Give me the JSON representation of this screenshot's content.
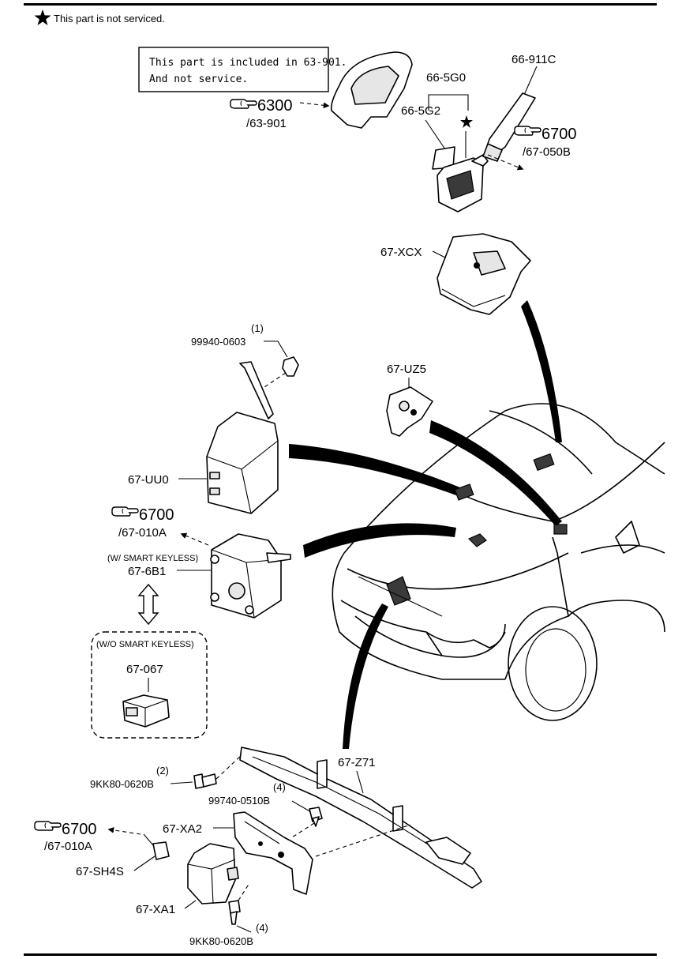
{
  "legend": {
    "text": "This part is not serviced."
  },
  "note_box": {
    "line1": "This part is included in 63-901.",
    "line2": "And not service."
  },
  "refs": {
    "r6300": {
      "code": "6300",
      "sub": "/63-901"
    },
    "r6700_top": {
      "code": "6700",
      "sub": "/67-050B"
    },
    "r6700_mid": {
      "code": "6700",
      "sub": "/67-010A"
    },
    "r6700_bot": {
      "code": "6700",
      "sub": "/67-010A"
    }
  },
  "parts": {
    "p66_911C": "66-911C",
    "p66_5G0": "66-5G0",
    "p66_5G2": "66-5G2",
    "p67_XCX": "67-XCX",
    "p99940_qty": "(1)",
    "p99940": "99940-0603",
    "p67_UZ5": "67-UZ5",
    "p67_UU0": "67-UU0",
    "smart_keyless": "(W/ SMART KEYLESS)",
    "p67_6B1": "67-6B1",
    "wo_smart_keyless": "(W/O SMART KEYLESS)",
    "p67_067": "67-067",
    "p67_Z71": "67-Z71",
    "p9KK80_a_qty": "(2)",
    "p9KK80_a": "9KK80-0620B",
    "p99740_qty": "(4)",
    "p99740": "99740-0510B",
    "p67_XA2": "67-XA2",
    "p67_SH4S": "67-SH4S",
    "p67_XA1": "67-XA1",
    "p9KK80_b_qty": "(4)",
    "p9KK80_b": "9KK80-0620B"
  },
  "icons": {
    "star": "star-icon",
    "pointing_hand": "pointing-hand-icon"
  }
}
